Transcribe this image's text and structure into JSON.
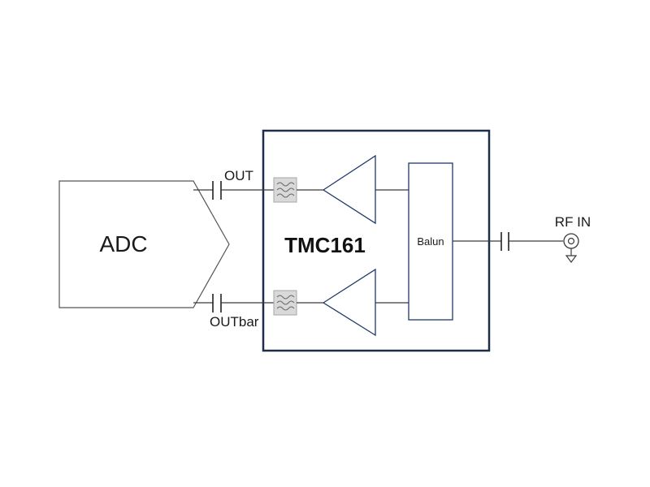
{
  "diagram": {
    "adc_label": "ADC",
    "chip_label": "TMC161",
    "balun_label": "Balun",
    "out_label": "OUT",
    "outbar_label": "OUTbar",
    "rf_in_label": "RF IN"
  },
  "colors": {
    "chip_border": "#1f2d4a",
    "line": "#3b3b3b",
    "amp": "#1f3a6a",
    "balun_border": "#1f3a6a",
    "filter_fill": "#d9d9d9",
    "filter_stroke": "#a6a6a6"
  }
}
